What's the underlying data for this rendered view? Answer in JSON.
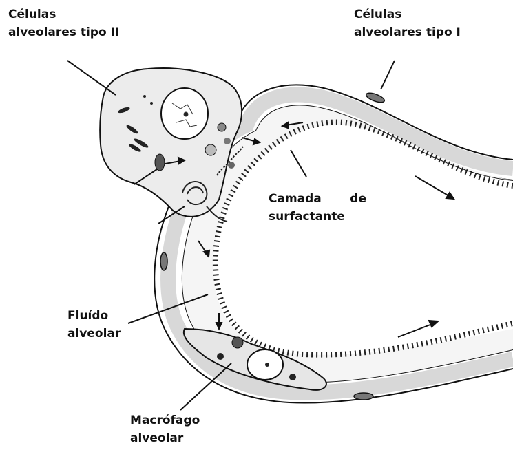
{
  "labels": {
    "type2": [
      "Células",
      "alveolares tipo II"
    ],
    "type1": [
      "Células",
      "alveolares tipo I"
    ],
    "surfactant": [
      "Camada",
      "de",
      "surfactante"
    ],
    "fluid": [
      "Fluído",
      "alveolar"
    ],
    "macrophage": [
      "Macrófago",
      "alveolar"
    ]
  },
  "colors": {
    "ink": "#111111",
    "fill": "#ececec",
    "membrane": "#d8d8d8",
    "background": "#ffffff"
  }
}
